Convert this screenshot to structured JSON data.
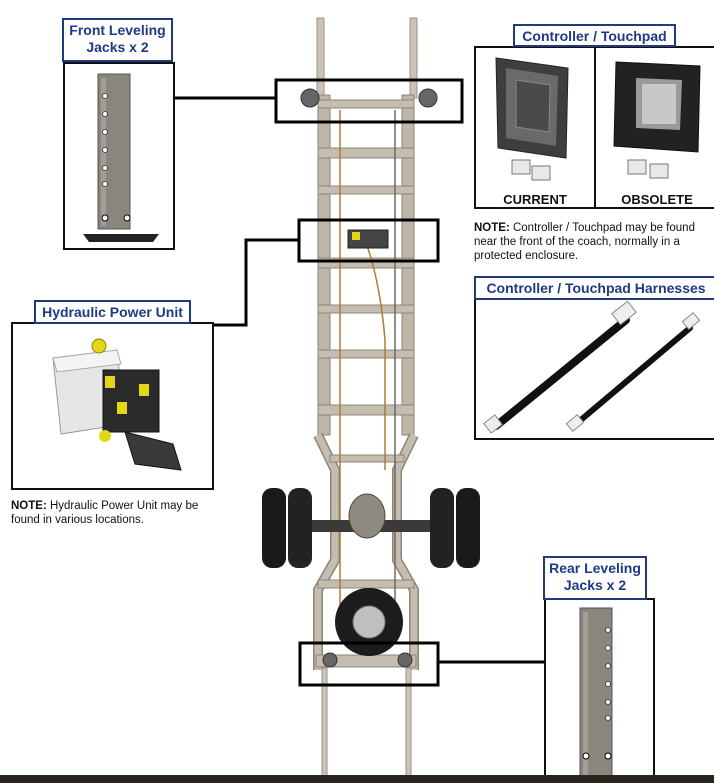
{
  "labels": {
    "front_jacks": "Front Leveling\nJacks x 2",
    "controller": "Controller / Touchpad",
    "hpu": "Hydraulic Power Unit",
    "harnesses": "Controller / Touchpad Harnesses",
    "rear_jacks": "Rear Leveling\nJacks x 2"
  },
  "captions": {
    "current": "CURRENT",
    "obsolete": "OBSOLETE"
  },
  "notes": {
    "controller_bold": "NOTE:",
    "controller_text": " Controller  / Touchpad may be found near the front of the coach, normally in a protected enclosure.",
    "hpu_bold": "NOTE:",
    "hpu_text": " Hydraulic Power Unit may be found in various locations."
  },
  "colors": {
    "label_text": "#1f3a84",
    "label_border": "#233a7a",
    "frame": "#b9b2a4",
    "box_border": "#111111"
  }
}
